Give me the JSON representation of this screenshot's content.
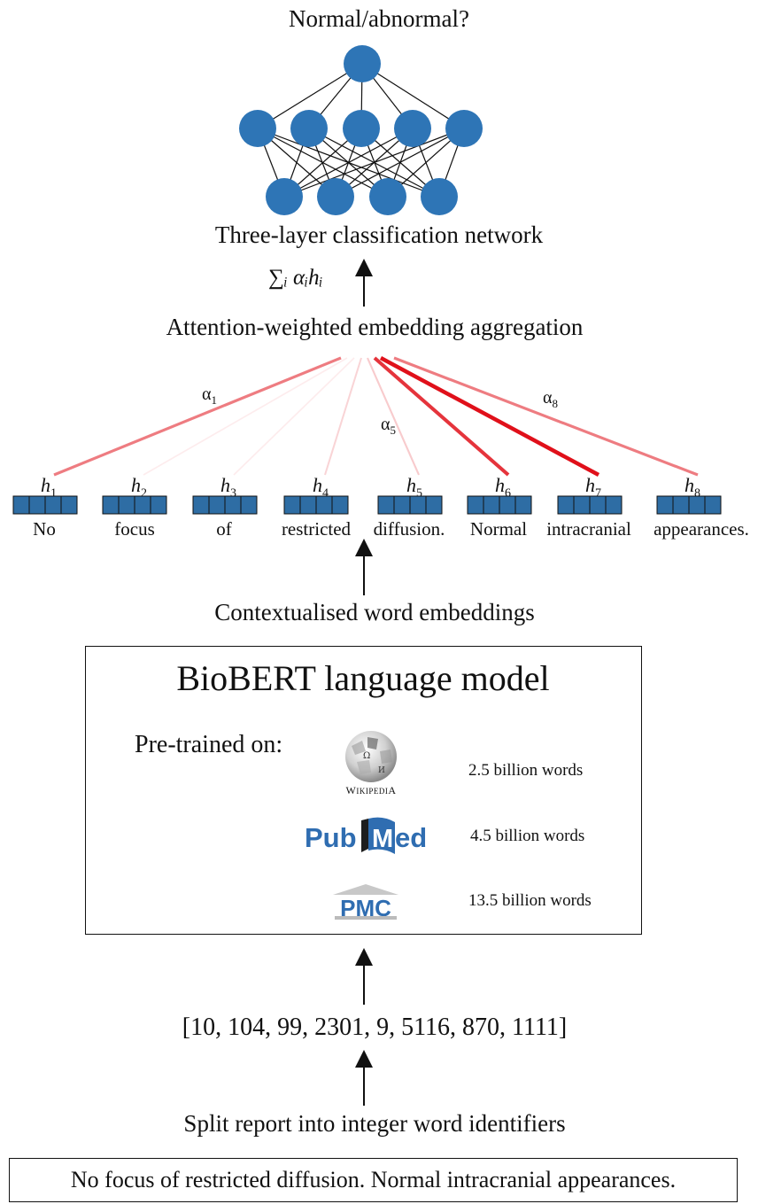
{
  "output_question": "Normal/abnormal?",
  "classifier_label": "Three-layer classification network",
  "aggregation_formula": "∑ᵢ αᵢhᵢ",
  "aggregation_label": "Attention-weighted embedding aggregation",
  "alpha_labels": [
    {
      "symbol": "α",
      "sub": "1"
    },
    {
      "symbol": "α",
      "sub": "5"
    },
    {
      "symbol": "α",
      "sub": "8"
    }
  ],
  "tokens": [
    {
      "h": "h",
      "sub": "1",
      "word": "No",
      "attention": 0.55
    },
    {
      "h": "h",
      "sub": "2",
      "word": "focus",
      "attention": 0.05
    },
    {
      "h": "h",
      "sub": "3",
      "word": "of",
      "attention": 0.08
    },
    {
      "h": "h",
      "sub": "4",
      "word": "restricted",
      "attention": 0.18
    },
    {
      "h": "h",
      "sub": "5",
      "word": "diffusion.",
      "attention": 0.22
    },
    {
      "h": "h",
      "sub": "6",
      "word": "Normal",
      "attention": 0.85
    },
    {
      "h": "h",
      "sub": "7",
      "word": "intracranial",
      "attention": 1.0
    },
    {
      "h": "h",
      "sub": "8",
      "word": "appearances.",
      "attention": 0.55
    }
  ],
  "embeddings_label": "Contextualised word embeddings",
  "biobert": {
    "title": "BioBERT language model",
    "pretrained_label": "Pre-trained on:",
    "sources": [
      {
        "logo": "Wikipedia",
        "count": "2.5 billion words"
      },
      {
        "logo": "PubMed",
        "count": "4.5 billion words"
      },
      {
        "logo": "PMC",
        "count": "13.5 billion words"
      }
    ]
  },
  "token_ids": "[10, 104, 99, 2301, 9, 5116, 870, 1111]",
  "split_label": "Split report into integer word identifiers",
  "report_text": "No focus of restricted diffusion. Normal intracranial appearances.",
  "colors": {
    "node_fill": "#2e75b6",
    "embedding_fill": "#2e6da4",
    "attention_line": "#e0101a"
  }
}
